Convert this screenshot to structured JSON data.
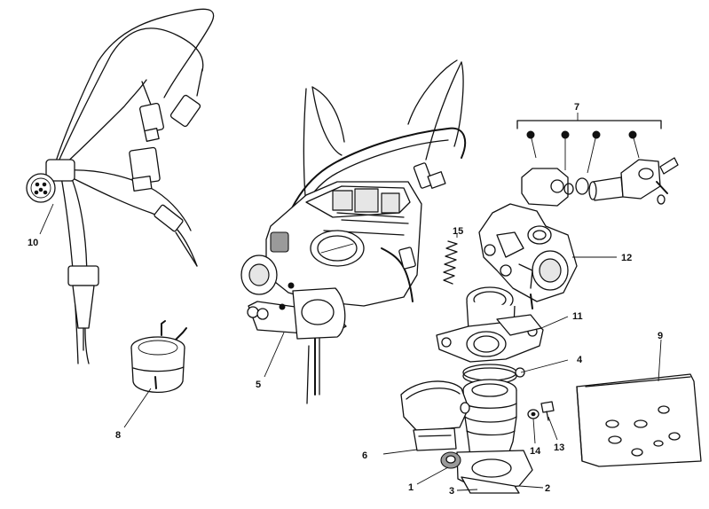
{
  "diagram": {
    "callouts": [
      {
        "id": "1",
        "label": "1"
      },
      {
        "id": "2",
        "label": "2"
      },
      {
        "id": "3",
        "label": "3"
      },
      {
        "id": "4",
        "label": "4"
      },
      {
        "id": "5",
        "label": "5"
      },
      {
        "id": "6",
        "label": "6"
      },
      {
        "id": "7",
        "label": "7"
      },
      {
        "id": "8",
        "label": "8"
      },
      {
        "id": "9",
        "label": "9"
      },
      {
        "id": "10",
        "label": "10"
      },
      {
        "id": "11",
        "label": "11"
      },
      {
        "id": "12",
        "label": "12"
      },
      {
        "id": "13",
        "label": "13"
      },
      {
        "id": "14",
        "label": "14"
      },
      {
        "id": "15",
        "label": "15"
      }
    ],
    "colors": {
      "line": "#111111",
      "background": "#ffffff",
      "shade": "#9a9a9a"
    }
  }
}
